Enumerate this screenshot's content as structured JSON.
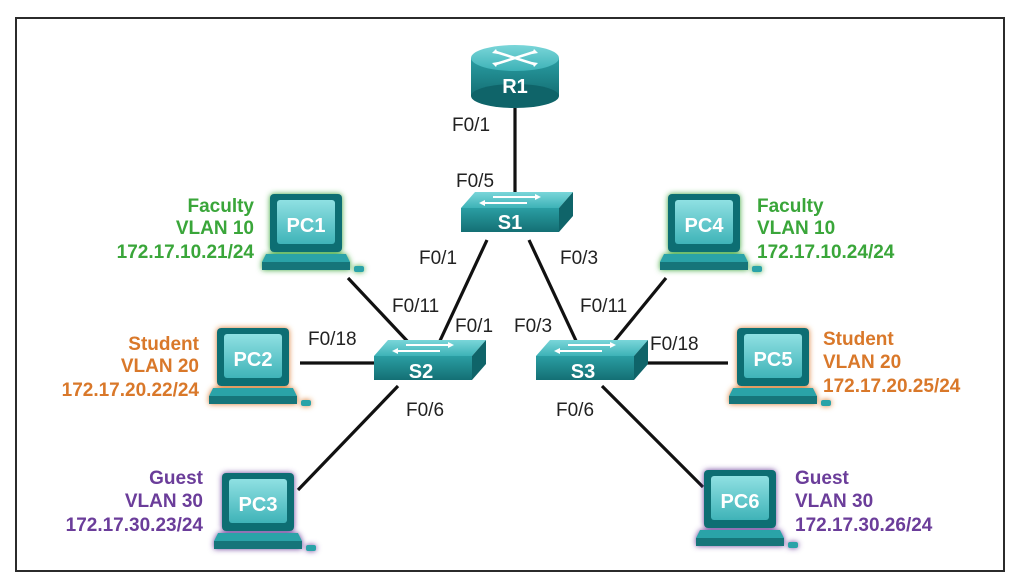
{
  "colors": {
    "frame": "#2b2b2b",
    "teal_light": "#5fc7cb",
    "teal": "#2aa3a8",
    "teal_dark": "#117176",
    "screen": "#7fd6d8",
    "faculty": "#3aa63a",
    "student": "#d9782a",
    "guest": "#6b3d9a"
  },
  "router": {
    "label": "R1",
    "icon": "router-icon"
  },
  "switches": {
    "s1": {
      "label": "S1",
      "icon": "switch-icon"
    },
    "s2": {
      "label": "S2",
      "icon": "switch-icon"
    },
    "s3": {
      "label": "S3",
      "icon": "switch-icon"
    }
  },
  "pcs": {
    "pc1": {
      "label": "PC1",
      "group": "Faculty",
      "vlan": "VLAN 10",
      "ip": "172.17.10.21/24",
      "glow": "green",
      "icon": "pc-icon"
    },
    "pc2": {
      "label": "PC2",
      "group": "Student",
      "vlan": "VLAN 20",
      "ip": "172.17.20.22/24",
      "glow": "orange",
      "icon": "pc-icon"
    },
    "pc3": {
      "label": "PC3",
      "group": "Guest",
      "vlan": "VLAN 30",
      "ip": "172.17.30.23/24",
      "glow": "purple",
      "icon": "pc-icon"
    },
    "pc4": {
      "label": "PC4",
      "group": "Faculty",
      "vlan": "VLAN 10",
      "ip": "172.17.10.24/24",
      "glow": "green",
      "icon": "pc-icon"
    },
    "pc5": {
      "label": "PC5",
      "group": "Student",
      "vlan": "VLAN 20",
      "ip": "172.17.20.25/24",
      "glow": "orange",
      "icon": "pc-icon"
    },
    "pc6": {
      "label": "PC6",
      "group": "Guest",
      "vlan": "VLAN 30",
      "ip": "172.17.30.26/24",
      "glow": "purple",
      "icon": "pc-icon"
    }
  },
  "ports": {
    "r1_s1": "F0/1",
    "s1_r1": "F0/5",
    "s1_s2": "F0/1",
    "s1_s3": "F0/3",
    "s2_s1": "F0/1",
    "s3_s1": "F0/3",
    "s2_pc1": "F0/11",
    "s2_pc2": "F0/18",
    "s2_pc3": "F0/6",
    "s3_pc4": "F0/11",
    "s3_pc5": "F0/18",
    "s3_pc6": "F0/6"
  }
}
